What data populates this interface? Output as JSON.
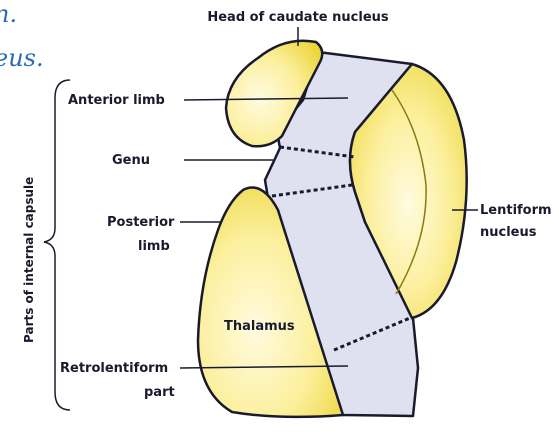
{
  "colors": {
    "capsule": "#dfe1f0",
    "nucleus_light": "#fffbe0",
    "nucleus_dark": "#ebd63a",
    "outline": "#1a1a2e",
    "handwriting": "#2b6cb0"
  },
  "labels": {
    "head_of_caudate": "Head of caudate nucleus",
    "anterior_limb": "Anterior limb",
    "genu": "Genu",
    "posterior_line1": "Posterior",
    "posterior_line2": "limb",
    "lentiform_line1": "Lentiform",
    "lentiform_line2": "nucleus",
    "thalamus": "Thalamus",
    "retro_line1": "Retrolentiform",
    "retro_line2": "part",
    "bracket_title": "Parts of internal capsule"
  },
  "handwriting": {
    "line1": "n.",
    "line2": "eus."
  }
}
